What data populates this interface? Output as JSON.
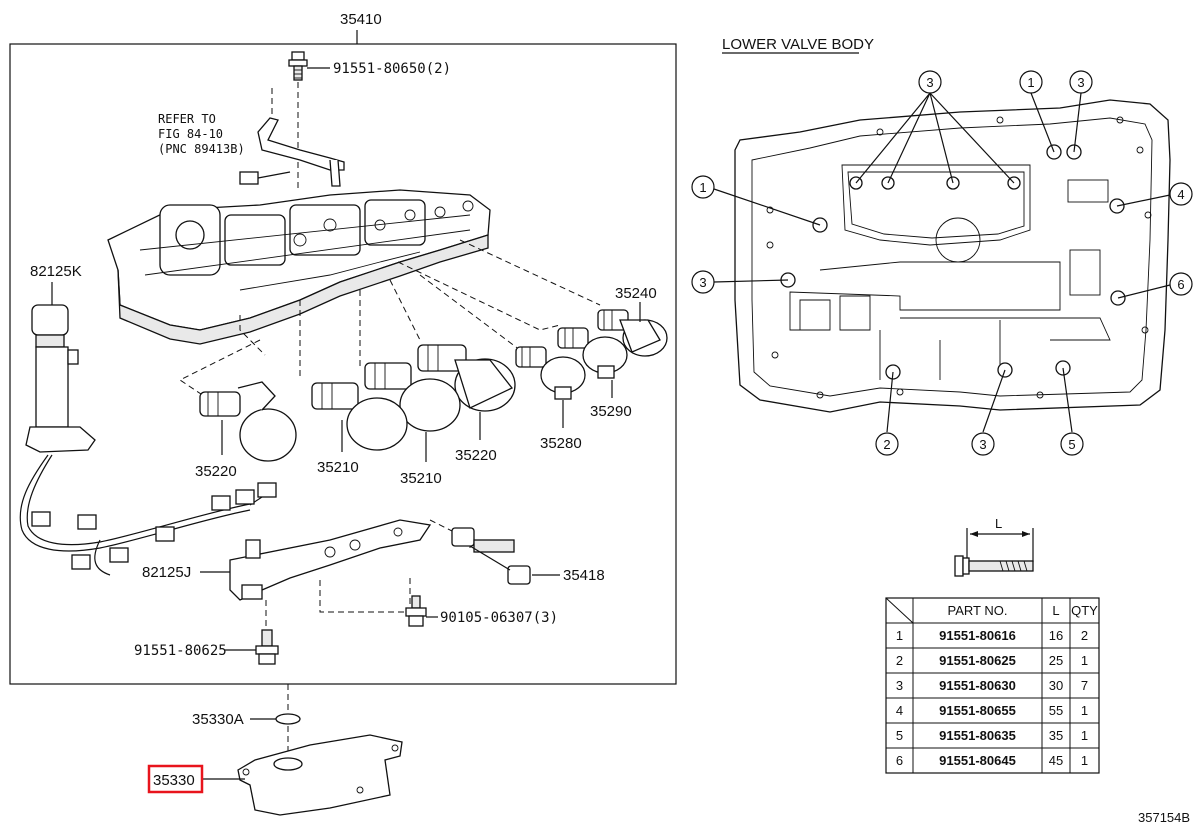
{
  "main_assembly": "35410",
  "labels": {
    "bolt_top": "91551-80650(2)",
    "refer": [
      "REFER TO",
      "FIG 84-10",
      "(PNC 89413B)"
    ],
    "harness": "82125K",
    "harness_j": "82125J",
    "bolt_bottom": "91551-80625",
    "bolt_right": "90105-06307(3)",
    "sol_35240": "35240",
    "sol_35290": "35290",
    "sol_35280": "35280",
    "sol_35220_left": "35220",
    "sol_35210_left": "35210",
    "sol_35210_right": "35210",
    "sol_35220_right": "35220",
    "part_35418": "35418",
    "oring": "35330A",
    "strainer": "35330",
    "lower_valve_body": "LOWER VALVE BODY",
    "dimension": "L",
    "figure_code": "357154B"
  },
  "callouts": {
    "top_3_group": "3",
    "top_1": "1",
    "top_3_right": "3",
    "left_1": "1",
    "left_3": "3",
    "right_4": "4",
    "right_6": "6",
    "bottom_2": "2",
    "bottom_3": "3",
    "bottom_5": "5"
  },
  "table": {
    "headers": [
      "",
      "PART NO.",
      "L",
      "QTY"
    ],
    "rows": [
      [
        "1",
        "91551-80616",
        "16",
        "2"
      ],
      [
        "2",
        "91551-80625",
        "25",
        "1"
      ],
      [
        "3",
        "91551-80630",
        "30",
        "7"
      ],
      [
        "4",
        "91551-80655",
        "55",
        "1"
      ],
      [
        "5",
        "91551-80635",
        "35",
        "1"
      ],
      [
        "6",
        "91551-80645",
        "45",
        "1"
      ]
    ]
  },
  "highlight_color": "#e8141c"
}
